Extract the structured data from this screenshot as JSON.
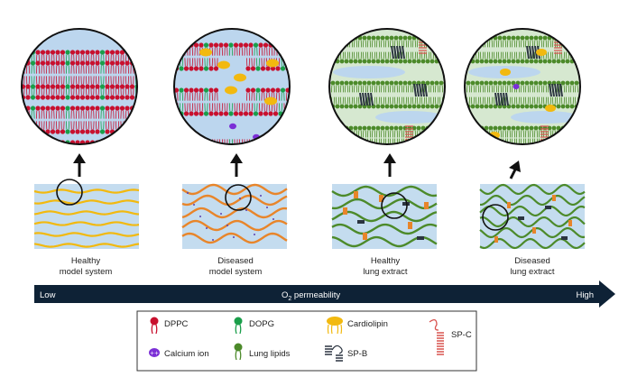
{
  "panels": [
    {
      "line1": "Healthy",
      "line2": "model system"
    },
    {
      "line1": "Diseased",
      "line2": "model system"
    },
    {
      "line1": "Healthy",
      "line2": "lung extract"
    },
    {
      "line1": "Diseased",
      "line2": "lung extract"
    }
  ],
  "permeability_bar": {
    "low": "Low",
    "label_main": "O",
    "label_sub": "2",
    "label_rest": " permeability",
    "high": "High"
  },
  "legend": {
    "dppc": "DPPC",
    "dopg": "DOPG",
    "cardiolipin": "Cardiolipin",
    "spc": "SP-C",
    "calcium": "Calcium ion",
    "lung_lipids": "Lung lipids",
    "spb": "SP-B"
  },
  "colors": {
    "dppc": "#c8102e",
    "dopg": "#1a9e4a",
    "cardiolipin": "#f2b90f",
    "calcium": "#7b2fd6",
    "lung_lipids": "#4c8a2a",
    "spb": "#2b3440",
    "spc": "#d9534f",
    "water": "#bcd6ee",
    "membrane_yellow": "#f2b90f",
    "membrane_orange": "#e8852a",
    "membrane_green": "#4c8a2a",
    "bar": "#0e2236"
  }
}
